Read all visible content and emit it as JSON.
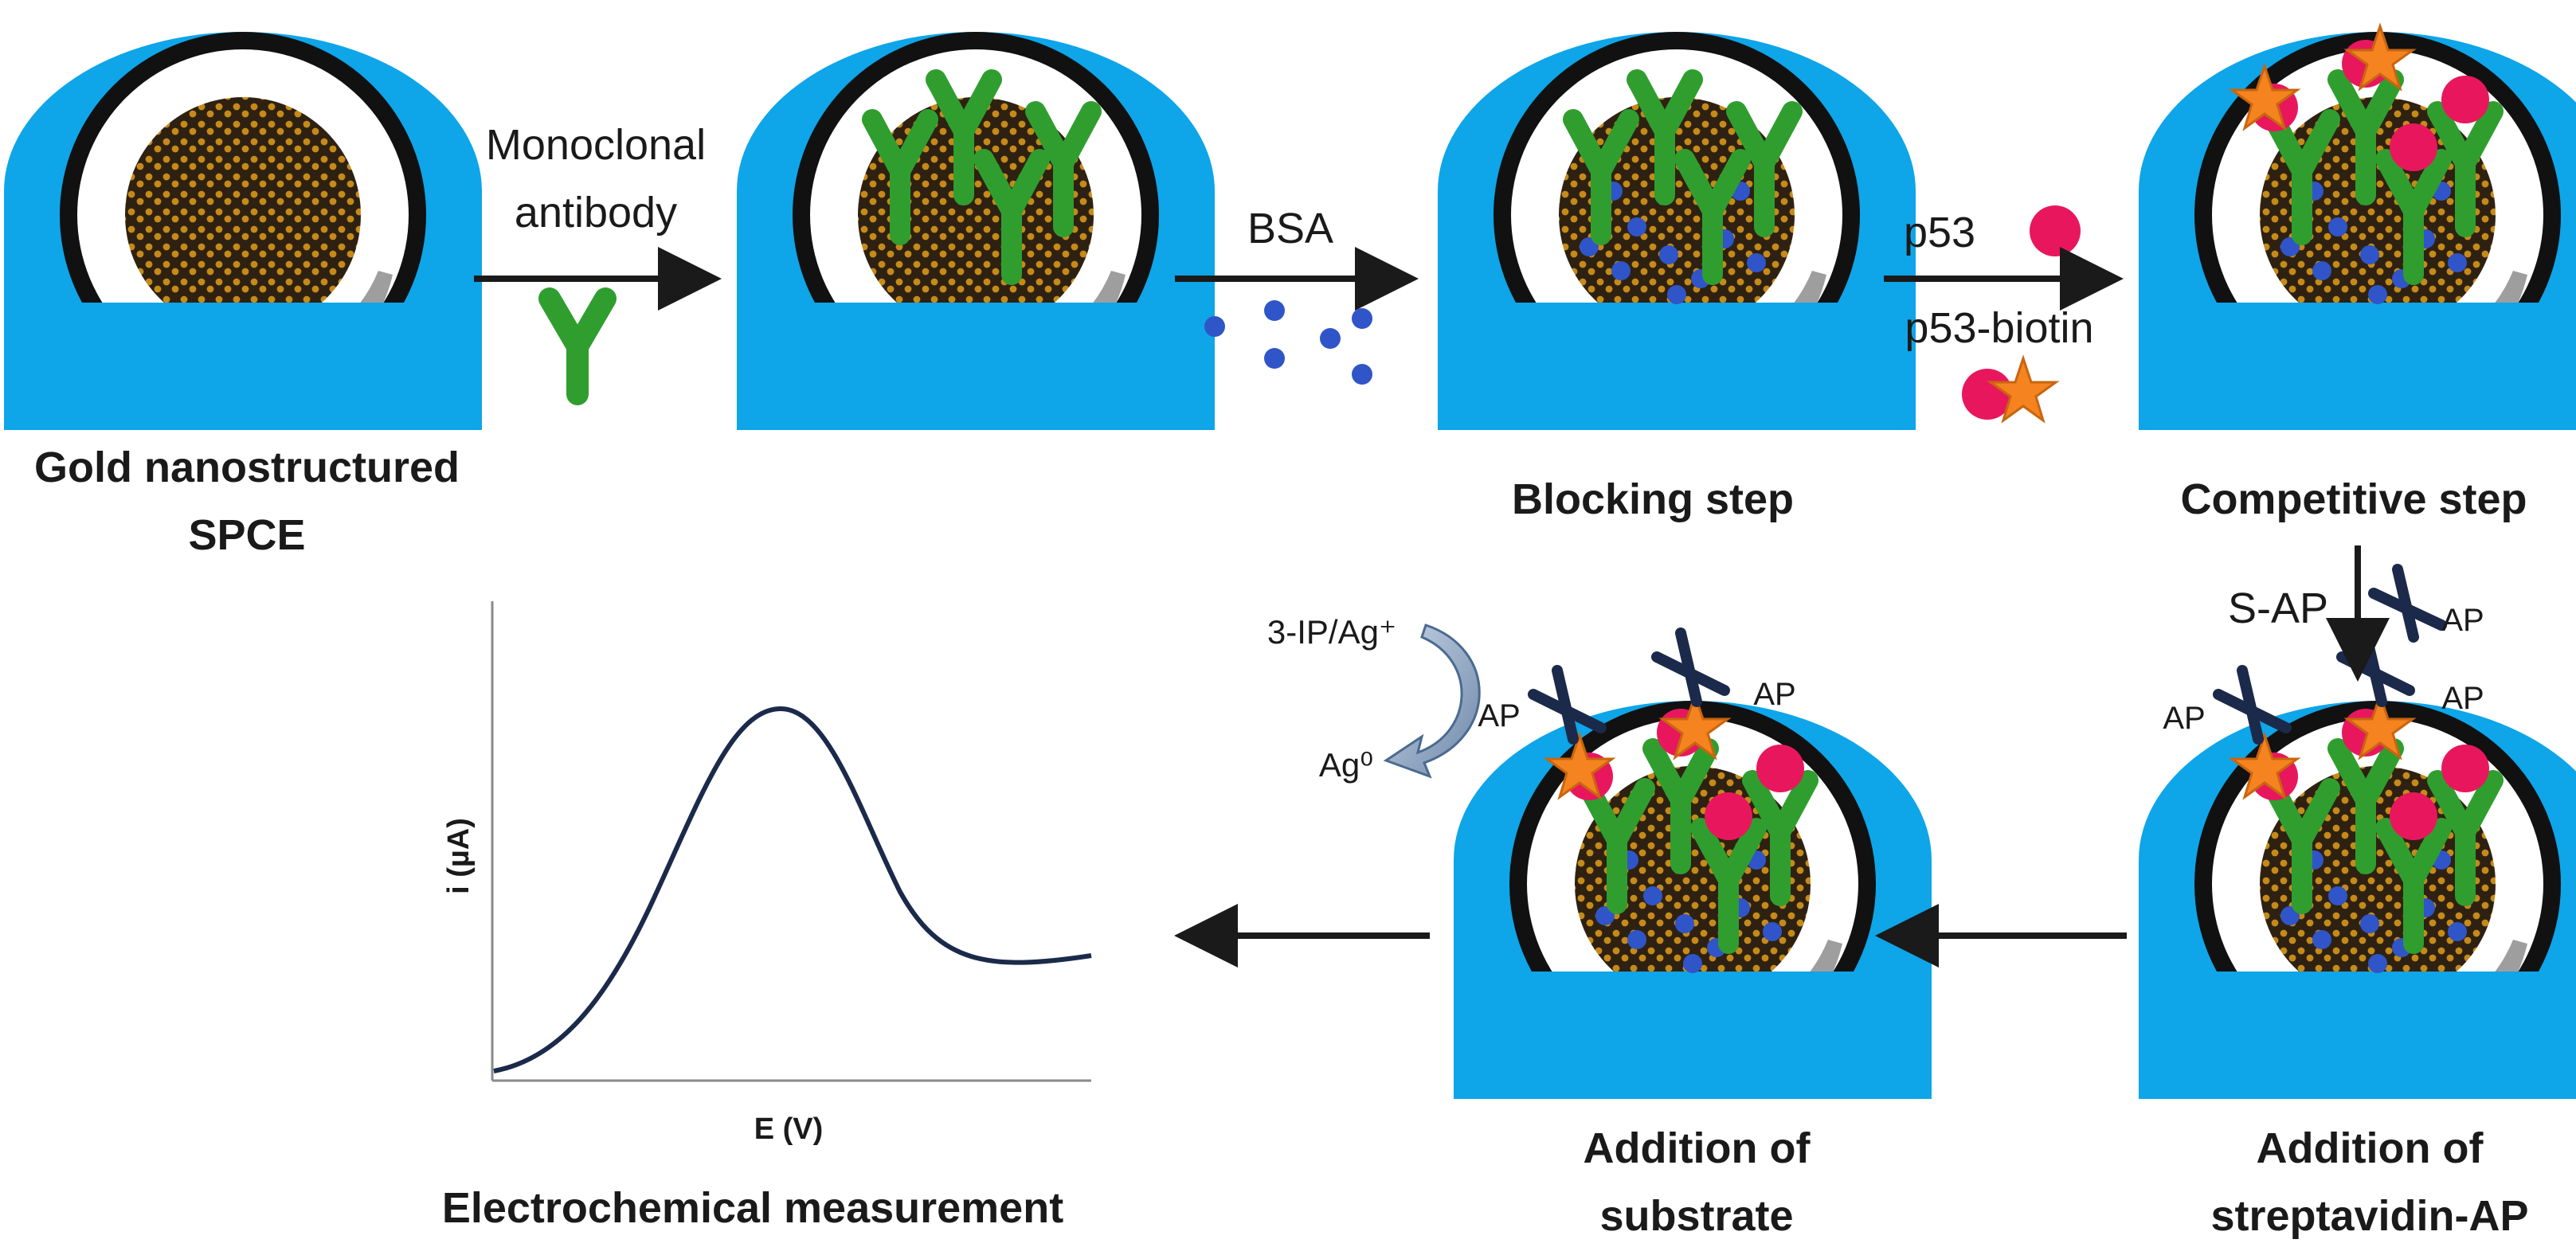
{
  "stages": {
    "gold_spce": {
      "line1": "Gold nanostructured",
      "line2": "SPCE"
    },
    "blocking": "Blocking step",
    "competitive": "Competitive step",
    "add_substrate": {
      "line1": "Addition of",
      "line2": "substrate"
    },
    "add_strep": {
      "line1": "Addition of",
      "line2": "streptavidin-AP"
    },
    "measurement": "Electrochemical measurement"
  },
  "arrows": {
    "antibody": {
      "line1": "Monoclonal",
      "line2": "antibody"
    },
    "bsa": "BSA",
    "p53": "p53",
    "p53_biotin": "p53-biotin",
    "sap": "S-AP"
  },
  "reaction": {
    "reactant": "3-IP/Ag⁺",
    "product": "Ag⁰"
  },
  "ap_label": "AP",
  "plot": {
    "xlabel": "E (V)",
    "ylabel": "i (µA)"
  },
  "colors": {
    "electrode_blue": "#0ea5e9",
    "antibody_green": "#2f9e2f",
    "bsa_blue": "#2f55c8",
    "p53_pink": "#e8175d",
    "biotin_orange": "#f5831f",
    "ap_navy": "#1b2a4a"
  },
  "icons": [
    "y-antibody-icon",
    "bsa-dot-icon",
    "p53-protein-icon",
    "biotin-star-icon",
    "streptavidin-ap-cross-icon"
  ]
}
